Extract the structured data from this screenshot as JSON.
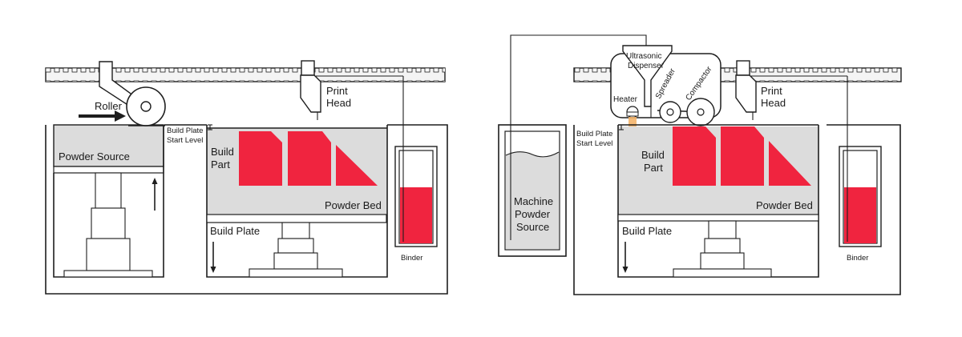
{
  "colors": {
    "part": "#f0243f",
    "binder": "#f0243f",
    "powder": "#dcdcdc",
    "line": "#1e1e1e",
    "heater_glow": "#f4b46a"
  },
  "diagram_left": {
    "roller": "Roller",
    "print_head_line1": "Print",
    "print_head_line2": "Head",
    "build_plate_start_line1": "Build Plate",
    "build_plate_start_line2": "Start Level",
    "powder_source": "Powder Source",
    "build_part_line1": "Build",
    "build_part_line2": "Part",
    "powder_bed": "Powder Bed",
    "build_plate": "Build Plate",
    "binder": "Binder"
  },
  "diagram_right": {
    "ultrasonic_line1": "Ultrasonic",
    "ultrasonic_line2": "Dispenser",
    "heater": "Heater",
    "spreader": "Spreader",
    "compactor": "Compactor",
    "print_head_line1": "Print",
    "print_head_line2": "Head",
    "build_plate_start_line1": "Build Plate",
    "build_plate_start_line2": "Start Level",
    "machine_powder_line1": "Machine",
    "machine_powder_line2": "Powder",
    "machine_powder_line3": "Source",
    "build_part_line1": "Build",
    "build_part_line2": "Part",
    "powder_bed": "Powder Bed",
    "build_plate": "Build Plate",
    "binder": "Binder"
  }
}
